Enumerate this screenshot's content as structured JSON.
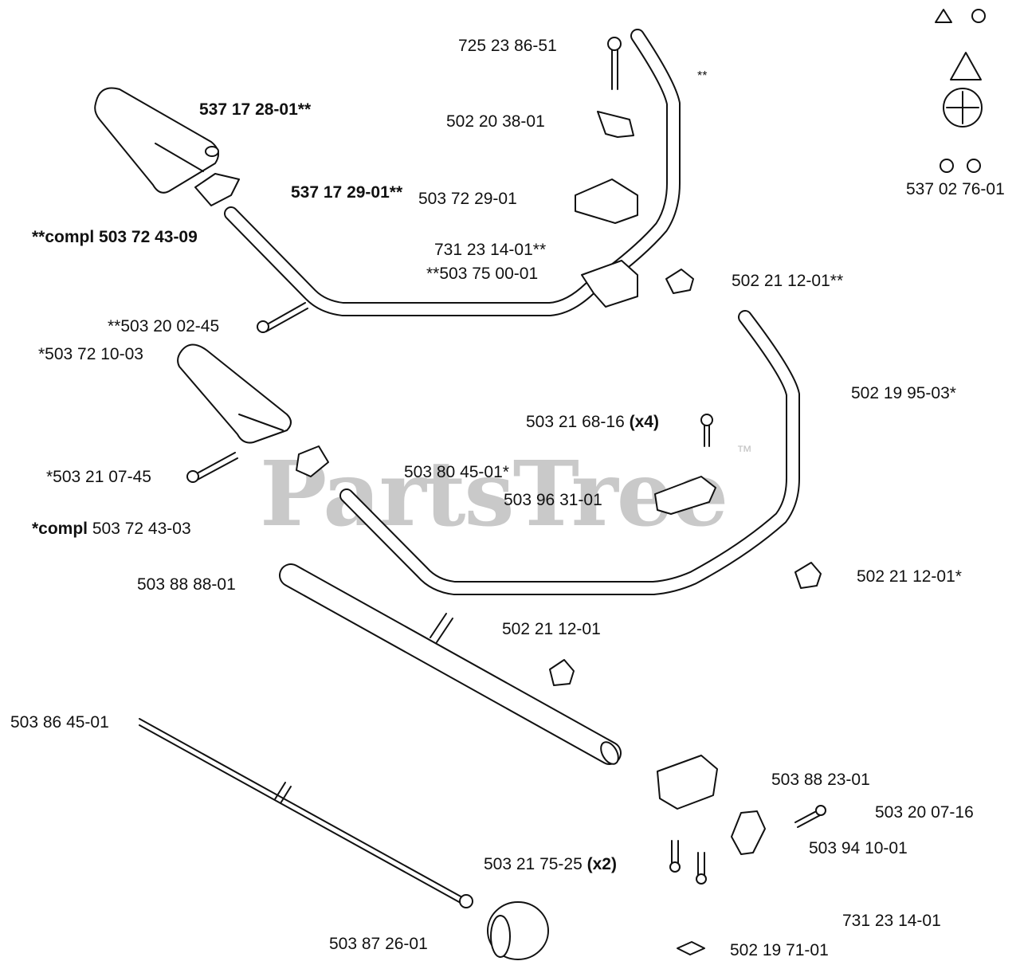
{
  "watermark": {
    "text": "PartsTree",
    "mark": "™"
  },
  "labels": {
    "p725238651": "725 23 86-51",
    "p537172801": "537 17 28-01**",
    "p502203801": "502 20 38-01",
    "pstarstar": "**",
    "p537172901": "537 17 29-01**",
    "p503722901": "503 72 29-01",
    "pcompl09": "**compl 503 72 43-09",
    "p731231401a": "731 23 14-01**",
    "p503750001": "**503 75 00-01",
    "p502211201a": "502 21 12-01**",
    "p503200245": "**503 20 02-45",
    "p503721003": "*503 72 10-03",
    "p502199503": "502 19 95-03*",
    "p503216816_num": "503 21 68-16 ",
    "p503216816_qty": "(x4)",
    "p503210745": "*503 21 07-45",
    "p503804501": "503 80 45-01*",
    "p503963101": "503 96 31-01",
    "pcompl03_word": "*compl",
    "pcompl03_num": " 503 72 43-03",
    "p503888801": "503 88 88-01",
    "p502211201b": "502 21 12-01*",
    "p502211201c": "502 21 12-01",
    "p503864501": "503 86 45-01",
    "p503882301": "503 88 23-01",
    "p503200716": "503 20 07-16",
    "p503941001": "503 94 10-01",
    "p503217525_num": "503 21 75-25 ",
    "p503217525_qty": "(x2)",
    "p731231401b": "731 23 14-01",
    "p503872601": "503 87 26-01",
    "p502197101": "502 19 71-01",
    "p537027601": "537 02 76-01"
  }
}
